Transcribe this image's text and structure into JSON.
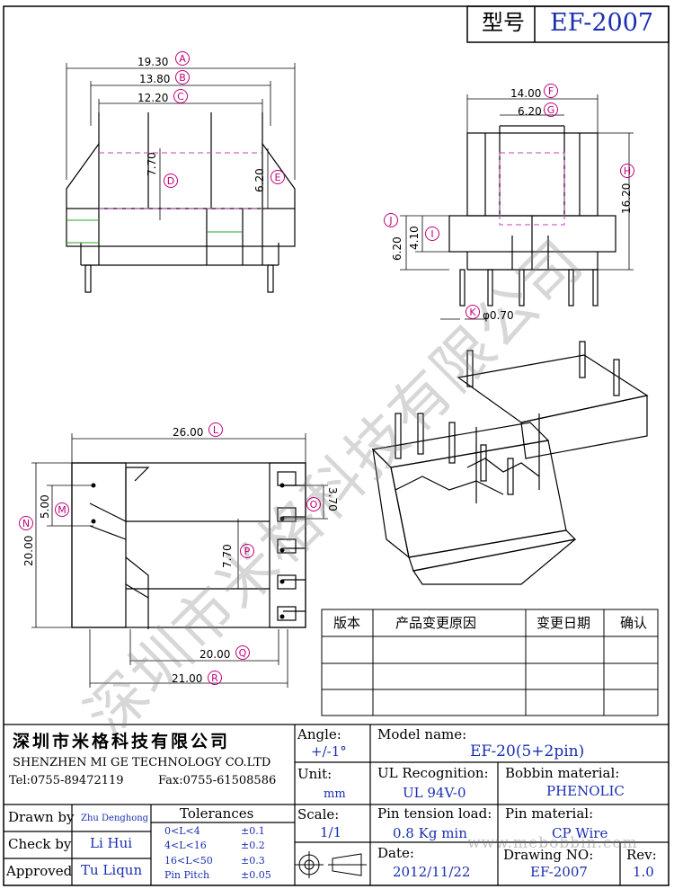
{
  "header": {
    "type_label": "型号",
    "model_code": "EF-2007"
  },
  "dimensions": {
    "front": [
      {
        "value": "19.30",
        "marker": "A"
      },
      {
        "value": "13.80",
        "marker": "B"
      },
      {
        "value": "12.20",
        "marker": "C"
      },
      {
        "value": "7.70",
        "marker": "D"
      },
      {
        "value": "6.20",
        "marker": "E"
      }
    ],
    "side": [
      {
        "value": "14.00",
        "marker": "F"
      },
      {
        "value": "6.20",
        "marker": "G"
      },
      {
        "value": "16.20",
        "marker": "H"
      },
      {
        "value": "6.20",
        "marker": "J"
      },
      {
        "value": "4.10",
        "marker": "I"
      },
      {
        "value": "φ0.70",
        "marker": "K"
      }
    ],
    "bottom": [
      {
        "value": "26.00",
        "marker": "L"
      },
      {
        "value": "5.00",
        "marker": "M"
      },
      {
        "value": "20.00",
        "marker": "N"
      },
      {
        "value": "3.70",
        "marker": "O"
      },
      {
        "value": "7.70",
        "marker": "P"
      },
      {
        "value": "20.00",
        "marker": "Q"
      },
      {
        "value": "21.00",
        "marker": "R"
      }
    ]
  },
  "revision_table": {
    "headers": [
      "版本",
      "产品变更原因",
      "变更日期",
      "确认"
    ],
    "rows": [
      [
        "",
        "",
        "",
        ""
      ],
      [
        "",
        "",
        "",
        ""
      ],
      [
        "",
        "",
        "",
        ""
      ]
    ]
  },
  "watermark": {
    "text": "深圳市米格科技有限公司"
  },
  "title_block": {
    "company_cn": "深圳市米格科技有限公司",
    "company_en": "SHENZHEN  MI GE TECHNOLOGY  CO.LTD",
    "tel": "Tel:0755-89472119",
    "fax": "Fax:0755-61508586",
    "angle_label": "Angle:",
    "angle_value": "+/-1°",
    "unit_label": "Unit:",
    "unit_value": "mm",
    "scale_label": "Scale:",
    "scale_value": "1/1",
    "model_name_label": "Model name:",
    "model_name_value": "EF-20(5+2pin)",
    "ul_label": "UL Recognition:",
    "ul_value": "UL 94V-0",
    "bobbin_label": "Bobbin material:",
    "bobbin_value": "PHENOLIC",
    "pin_tension_label": "Pin tension load:",
    "pin_tension_value": "0.8 Kg min",
    "pin_material_label": "Pin material:",
    "pin_material_value": "CP Wire",
    "date_label": "Date:",
    "date_value": "2012/11/22",
    "drawing_no_label": "Drawing NO:",
    "drawing_no_value": "EF-2007",
    "rev_label": "Rev:",
    "rev_value": "1.0",
    "drawn_by_label": "Drawn by",
    "drawn_by_value": "Zhu Denghong",
    "check_by_label": "Check by",
    "check_by_value": "Li Hui",
    "approved_label": "Approved",
    "approved_value": "Tu Liqun",
    "tolerances_title": "Tolerances",
    "tolerances": [
      {
        "range": "0<L<4",
        "value": "±0.1"
      },
      {
        "range": "4<L<16",
        "value": "±0.2"
      },
      {
        "range": "16<L<50",
        "value": "±0.3"
      },
      {
        "range": "Pin Pitch",
        "value": "±0.05"
      }
    ],
    "website": "www.mebobbin.com"
  }
}
